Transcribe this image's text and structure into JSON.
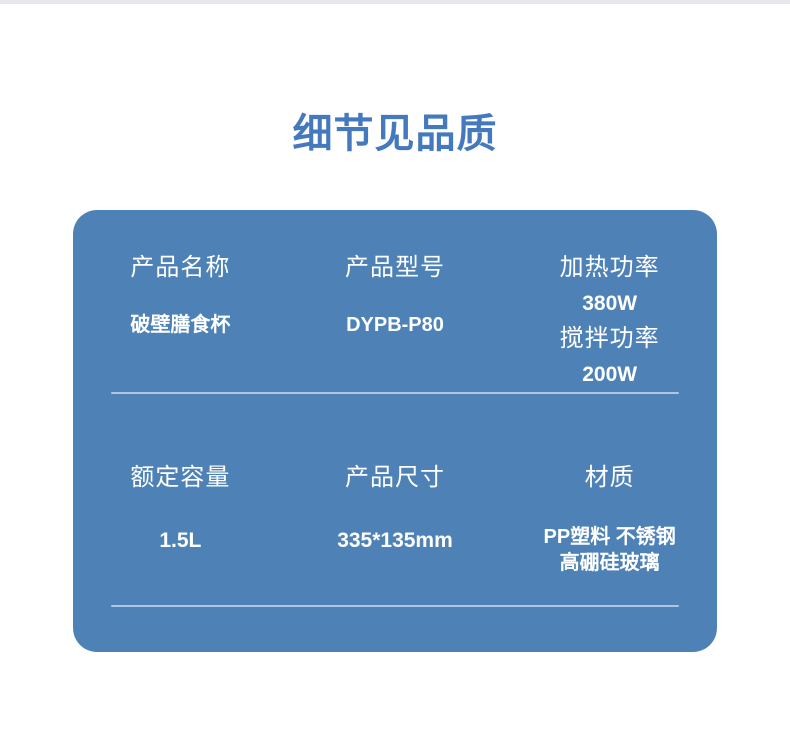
{
  "page": {
    "title": "细节见品质"
  },
  "colors": {
    "title_blue": "#4579bd",
    "card_blue": "#4e82b6",
    "divider_line": "rgba(255,255,255,0.55)",
    "top_strip_gray": "#e7e8ec",
    "text_on_card": "#ffffff"
  },
  "card": {
    "row1": {
      "col1": {
        "header": "产品名称",
        "value": "破壁膳食杯"
      },
      "col2": {
        "header": "产品型号",
        "value": "DYPB-P80"
      },
      "col3": {
        "header1": "加热功率",
        "value1": "380W",
        "header2": "搅拌功率",
        "value2": "200W"
      }
    },
    "row2": {
      "col1": {
        "header": "额定容量",
        "value": "1.5L"
      },
      "col2": {
        "header": "产品尺寸",
        "value": "335*135mm"
      },
      "col3": {
        "header": "材质",
        "value_line1": "PP塑料 不锈钢",
        "value_line2": "高硼硅玻璃"
      }
    }
  }
}
